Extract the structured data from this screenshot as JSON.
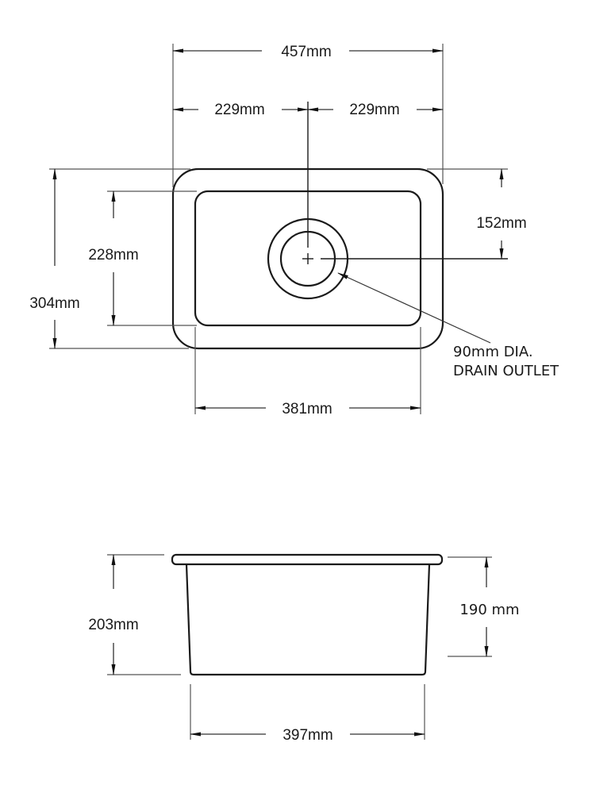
{
  "drawing": {
    "title": "Sink dimension drawing",
    "plan_view": {
      "overall_width": "457mm",
      "left_half_width": "229mm",
      "right_half_width": "229mm",
      "overall_depth": "304mm",
      "bowl_depth": "228mm",
      "bowl_width": "381mm",
      "drain_offset": "152mm",
      "drain_note_line1": "90mm DIA.",
      "drain_note_line2": "DRAIN OUTLET"
    },
    "side_view": {
      "overall_height": "203mm",
      "bowl_height": "190 mm",
      "bottom_width": "397mm"
    }
  },
  "colors": {
    "line": "#1a1a1a",
    "extension": "#555555",
    "background": "#ffffff"
  }
}
